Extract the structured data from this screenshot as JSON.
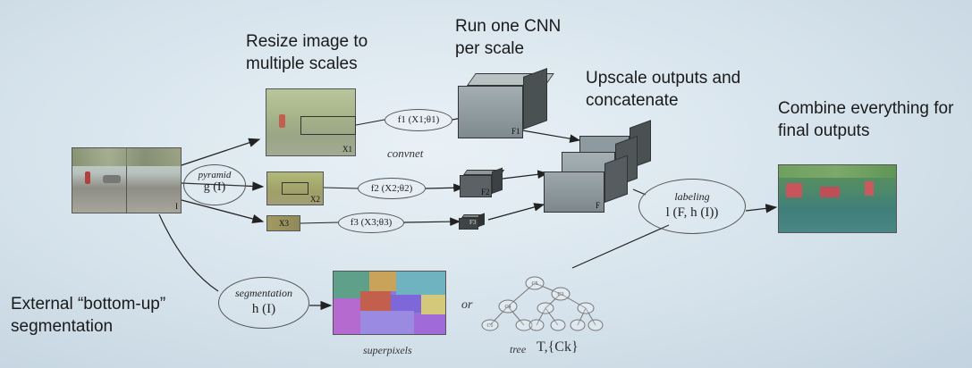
{
  "labels": {
    "resize": "Resize image to multiple scales",
    "run_cnn": "Run one CNN per scale",
    "upscale": "Upscale outputs and concatenate",
    "combine": "Combine everything for final outputs",
    "external": "External “bottom-up” segmentation"
  },
  "italic": {
    "convnet": "convnet",
    "superpixels": "superpixels",
    "or": "or",
    "tree": "tree"
  },
  "ovals": {
    "pyramid": {
      "word": "pyramid",
      "func": "g (I)"
    },
    "f1": "f1 (X1;θ1)",
    "f2": "f2 (X2;θ2)",
    "f3": "f3 (X3;θ3)",
    "labeling": {
      "word": "labeling",
      "func": "l (F, h (I))"
    },
    "segmentation": {
      "word": "segmentation",
      "func": "h (I)"
    }
  },
  "tags": {
    "input": "I",
    "x1": "X1",
    "x2": "X2",
    "x3": "X3",
    "f1": "F1",
    "f2": "F2",
    "f3": "F3",
    "f": "F",
    "tree_math": "T,{Ck}",
    "tree_root": "C5",
    "tree_mid_left": "C4",
    "tree_mid_right": "C3",
    "tree_leaf": "C1"
  },
  "colors": {
    "background": "#d6e3ec",
    "cube_front": "#8d9aa0",
    "cube_side": "#4a5152",
    "cube_top": "#b9c2c2",
    "arrow": "#222222"
  }
}
